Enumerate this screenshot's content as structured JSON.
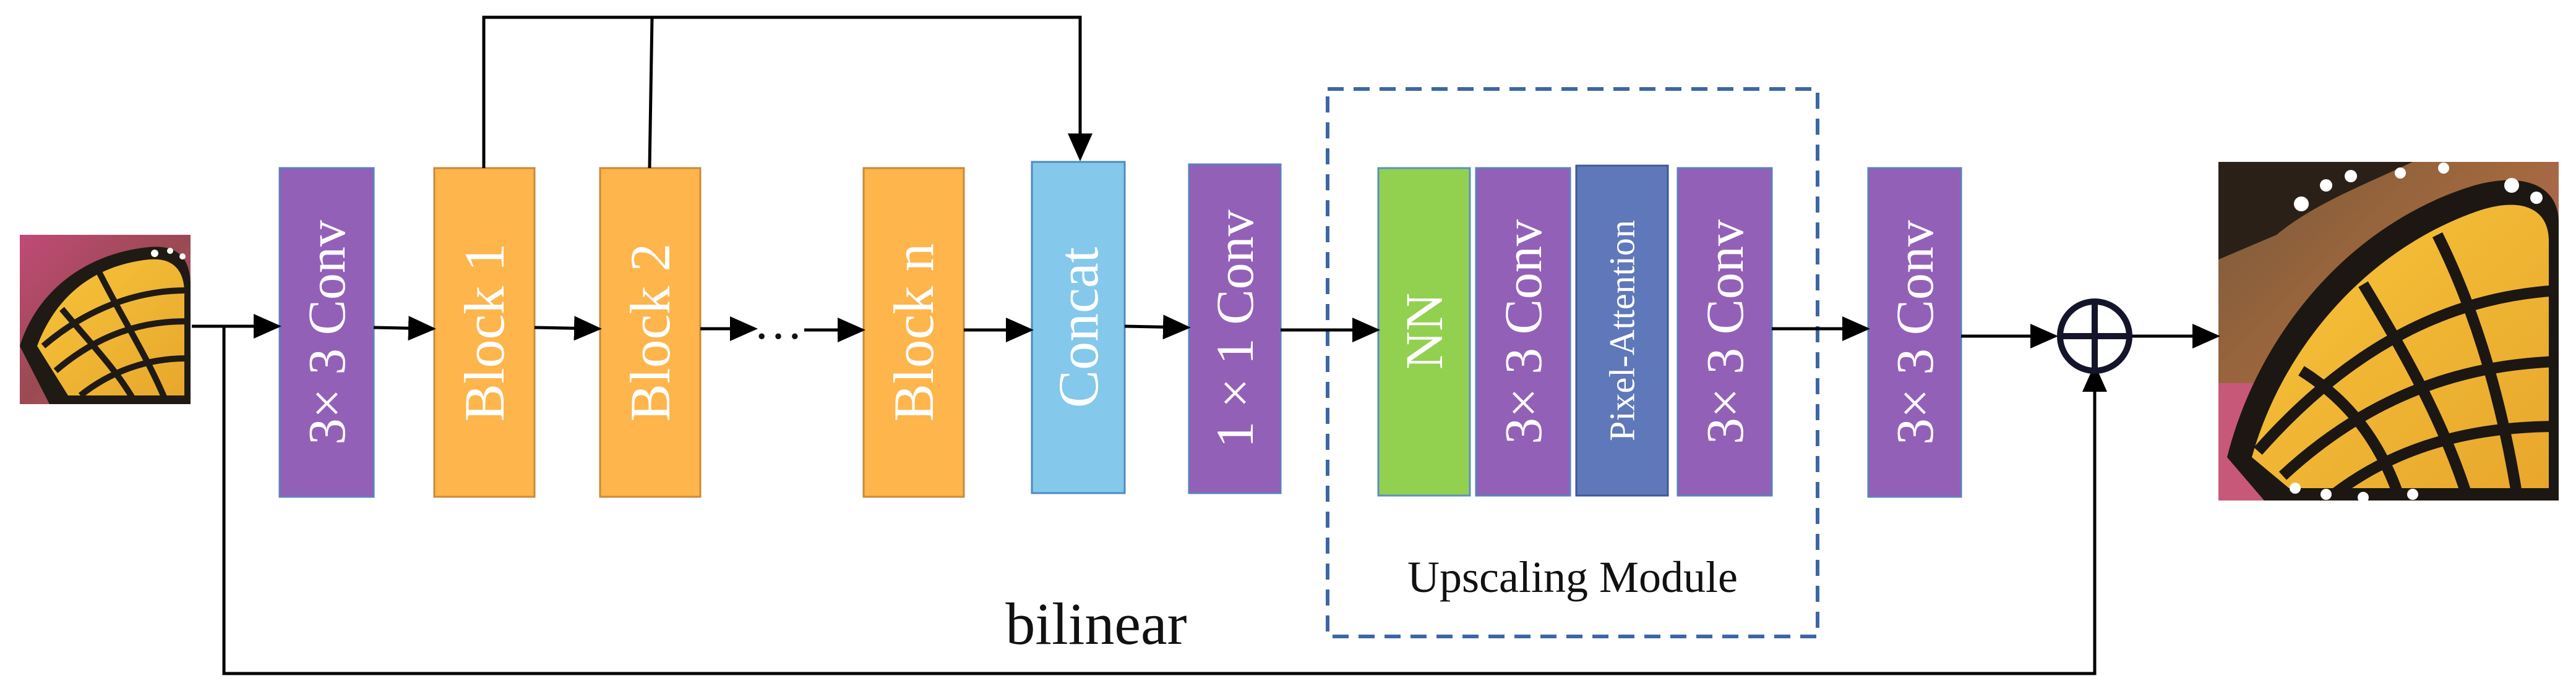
{
  "colors": {
    "conv": "#9360B8",
    "conv_border": "#5E7EBE",
    "block": "#FDB54C",
    "block_border": "#C88A3A",
    "concat": "#84C8EC",
    "concat_border": "#4C8BC0",
    "nn": "#92D050",
    "nn_border": "#5E8FC0",
    "attention": "#5F78BA",
    "attention_border": "#3E5A98",
    "dashed": "#3D67A3",
    "wire": "#000000"
  },
  "blocks": {
    "conv_in": "3× 3 Conv",
    "block1": "Block 1",
    "block2": "Block 2",
    "ellipsis": "…",
    "blockn": "Block n",
    "concat": "Concat",
    "conv_1x1": "1 × 1 Conv",
    "nn": "NN",
    "up_conv_a": "3× 3 Conv",
    "pixel_attention": "Pixel-Attention",
    "up_conv_b": "3× 3 Conv",
    "conv_out": "3× 3 Conv"
  },
  "labels": {
    "upscaling_module": "Upscaling Module",
    "bilinear": "bilinear"
  },
  "icons": {
    "input_image": "butterfly-wing-low-res",
    "output_image": "butterfly-wing-high-res",
    "sum": "circled-plus-icon"
  }
}
